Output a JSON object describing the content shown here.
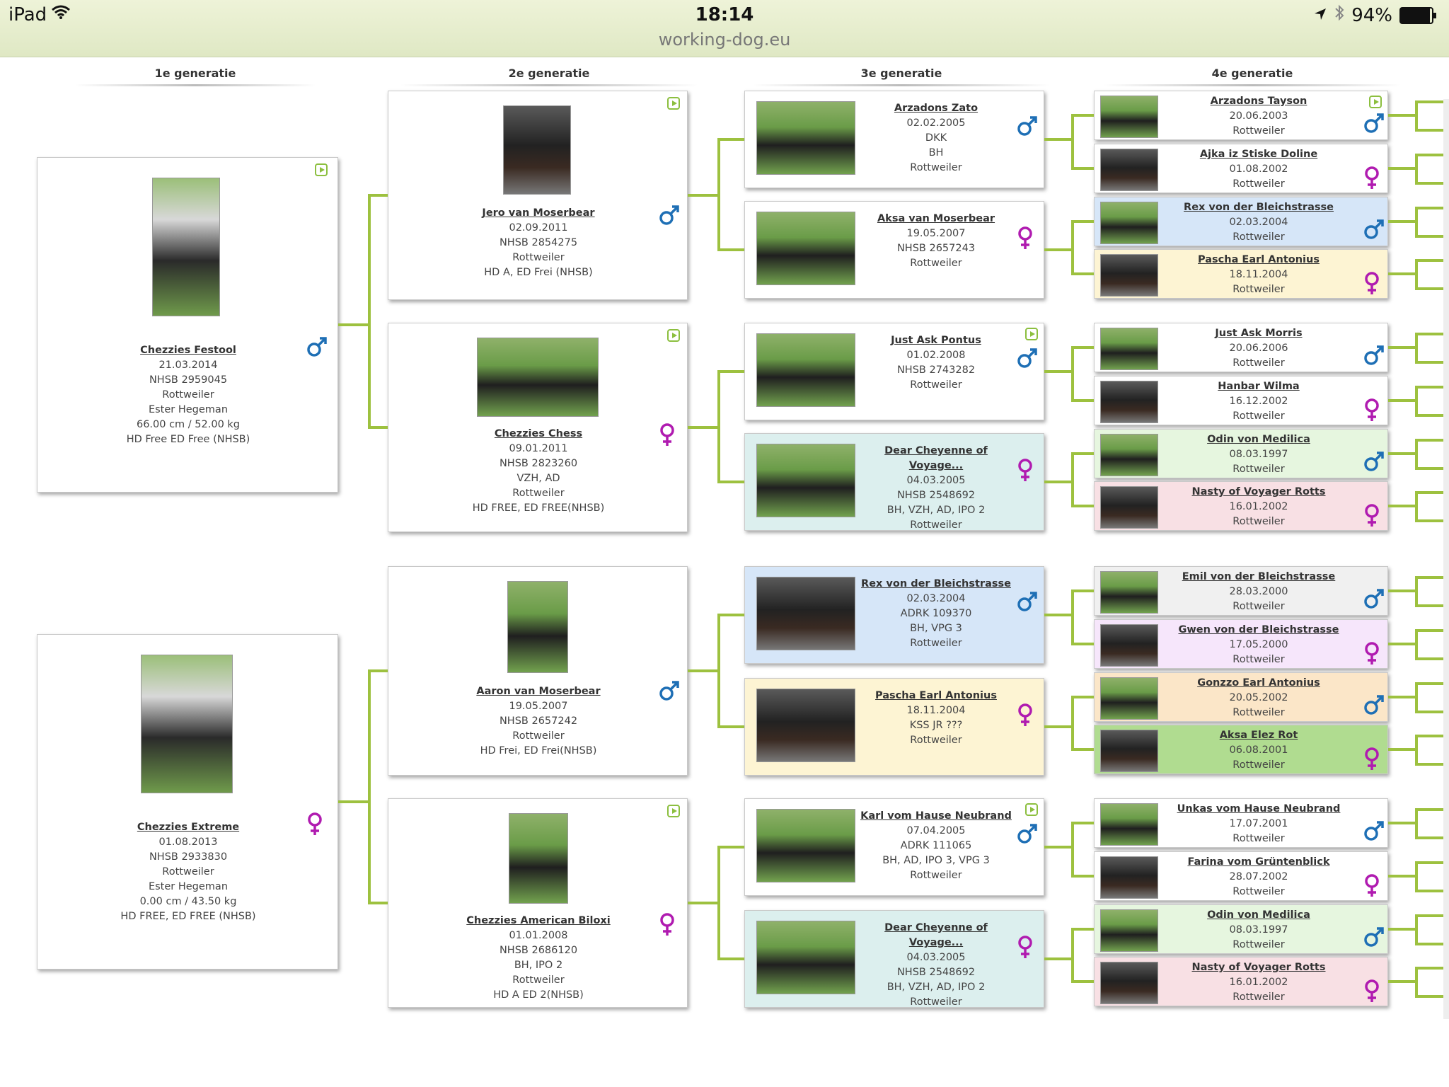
{
  "status_bar": {
    "device": "iPad",
    "time": "18:14",
    "url": "working-dog.eu",
    "battery": "94%",
    "battery_level": 0.94
  },
  "generations": [
    "1e generatie",
    "2e generatie",
    "3e generatie",
    "4e generatie"
  ],
  "gen1": [
    {
      "name": "Chezzies Festool",
      "lines": [
        "21.03.2014",
        "NHSB 2959045",
        "Rottweiler",
        "Ester Hegeman",
        "66.00 cm  /  52.00 kg",
        "HD Free ED Free (NHSB)"
      ],
      "sex": "male"
    },
    {
      "name": "Chezzies Extreme",
      "lines": [
        "01.08.2013",
        "NHSB 2933830",
        "Rottweiler",
        "Ester Hegeman",
        "0.00 cm  /  43.50 kg",
        "HD FREE, ED FREE (NHSB)"
      ],
      "sex": "female"
    }
  ],
  "gen2": [
    {
      "name": "Jero van Moserbear",
      "lines": [
        "02.09.2011",
        "NHSB 2854275",
        "Rottweiler",
        "HD A, ED Frei (NHSB)"
      ],
      "sex": "male"
    },
    {
      "name": "Chezzies Chess",
      "lines": [
        "09.01.2011",
        "NHSB 2823260",
        "VZH, AD",
        "Rottweiler",
        "HD FREE, ED FREE(NHSB)"
      ],
      "sex": "female"
    },
    {
      "name": "Aaron van Moserbear",
      "lines": [
        "19.05.2007",
        "NHSB 2657242",
        "Rottweiler",
        "HD Frei, ED Frei(NHSB)"
      ],
      "sex": "male"
    },
    {
      "name": "Chezzies American Biloxi",
      "lines": [
        "01.01.2008",
        "NHSB 2686120",
        "BH, IPO 2",
        "Rottweiler",
        "HD A ED 2(NHSB)"
      ],
      "sex": "female"
    }
  ],
  "gen3": [
    {
      "name": "Arzadons Zato",
      "lines": [
        "02.02.2005",
        "DKK",
        "BH",
        "Rottweiler"
      ],
      "sex": "male"
    },
    {
      "name": "Aksa van Moserbear",
      "lines": [
        "19.05.2007",
        "NHSB 2657243",
        "Rottweiler"
      ],
      "sex": "female"
    },
    {
      "name": "Just Ask Pontus",
      "lines": [
        "01.02.2008",
        "NHSB 2743282",
        "Rottweiler"
      ],
      "sex": "male"
    },
    {
      "name": "Dear Cheyenne of Voyage...",
      "lines": [
        "04.03.2005",
        "NHSB 2548692",
        "BH, VZH, AD, IPO 2",
        "Rottweiler"
      ],
      "sex": "female"
    },
    {
      "name": "Rex von der Bleichstrasse",
      "lines": [
        "02.03.2004",
        "ADRK 109370",
        "BH, VPG 3",
        "Rottweiler"
      ],
      "sex": "male"
    },
    {
      "name": "Pascha Earl Antonius",
      "lines": [
        "18.11.2004",
        "KSS JR ???",
        "Rottweiler"
      ],
      "sex": "female"
    },
    {
      "name": "Karl vom Hause Neubrand",
      "lines": [
        "07.04.2005",
        "ADRK 111065",
        "BH, AD, IPO 3, VPG 3",
        "Rottweiler"
      ],
      "sex": "male"
    },
    {
      "name": "Dear Cheyenne of Voyage...",
      "lines": [
        "04.03.2005",
        "NHSB 2548692",
        "BH, VZH, AD, IPO 2",
        "Rottweiler"
      ],
      "sex": "female"
    }
  ],
  "gen4": [
    {
      "name": "Arzadons Tayson",
      "lines": [
        "20.06.2003",
        "Rottweiler"
      ],
      "sex": "male"
    },
    {
      "name": "Ajka iz Stiske Doline",
      "lines": [
        "01.08.2002",
        "Rottweiler"
      ],
      "sex": "female"
    },
    {
      "name": "Rex von der Bleichstrasse",
      "lines": [
        "02.03.2004",
        "Rottweiler"
      ],
      "sex": "male"
    },
    {
      "name": "Pascha Earl Antonius",
      "lines": [
        "18.11.2004",
        "Rottweiler"
      ],
      "sex": "female"
    },
    {
      "name": "Just Ask Morris",
      "lines": [
        "20.06.2006",
        "Rottweiler"
      ],
      "sex": "male"
    },
    {
      "name": "Hanbar Wilma",
      "lines": [
        "16.12.2002",
        "Rottweiler"
      ],
      "sex": "female"
    },
    {
      "name": "Odin von Medilica",
      "lines": [
        "08.03.1997",
        "Rottweiler"
      ],
      "sex": "male"
    },
    {
      "name": "Nasty of Voyager Rotts",
      "lines": [
        "16.01.2002",
        "Rottweiler"
      ],
      "sex": "female"
    },
    {
      "name": "Emil von der Bleichstrasse",
      "lines": [
        "28.03.2000",
        "Rottweiler"
      ],
      "sex": "male"
    },
    {
      "name": "Gwen von der Bleichstrasse",
      "lines": [
        "17.05.2000",
        "Rottweiler"
      ],
      "sex": "female"
    },
    {
      "name": "Gonzzo Earl Antonius",
      "lines": [
        "20.05.2002",
        "Rottweiler"
      ],
      "sex": "male"
    },
    {
      "name": "Aksa Elez Rot",
      "lines": [
        "06.08.2001",
        "Rottweiler"
      ],
      "sex": "female"
    },
    {
      "name": "Unkas vom Hause Neubrand",
      "lines": [
        "17.07.2001",
        "Rottweiler"
      ],
      "sex": "male"
    },
    {
      "name": "Farina vom Grüntenblick",
      "lines": [
        "28.07.2002",
        "Rottweiler"
      ],
      "sex": "female"
    },
    {
      "name": "Odin von Medilica",
      "lines": [
        "08.03.1997",
        "Rottweiler"
      ],
      "sex": "male"
    },
    {
      "name": "Nasty of Voyager Rotts",
      "lines": [
        "16.01.2002",
        "Rottweiler"
      ],
      "sex": "female"
    }
  ],
  "icons": {
    "male": "male-symbol-icon",
    "female": "female-symbol-icon",
    "play": "play-video-icon",
    "wifi": "wifi-icon",
    "location": "location-arrow-icon",
    "bluetooth": "bluetooth-icon",
    "battery": "battery-icon"
  },
  "colors": {
    "male": "#1e6fb5",
    "female": "#b01bb0",
    "connector": "#9dc13f",
    "status_bar": "#e6edcf"
  }
}
